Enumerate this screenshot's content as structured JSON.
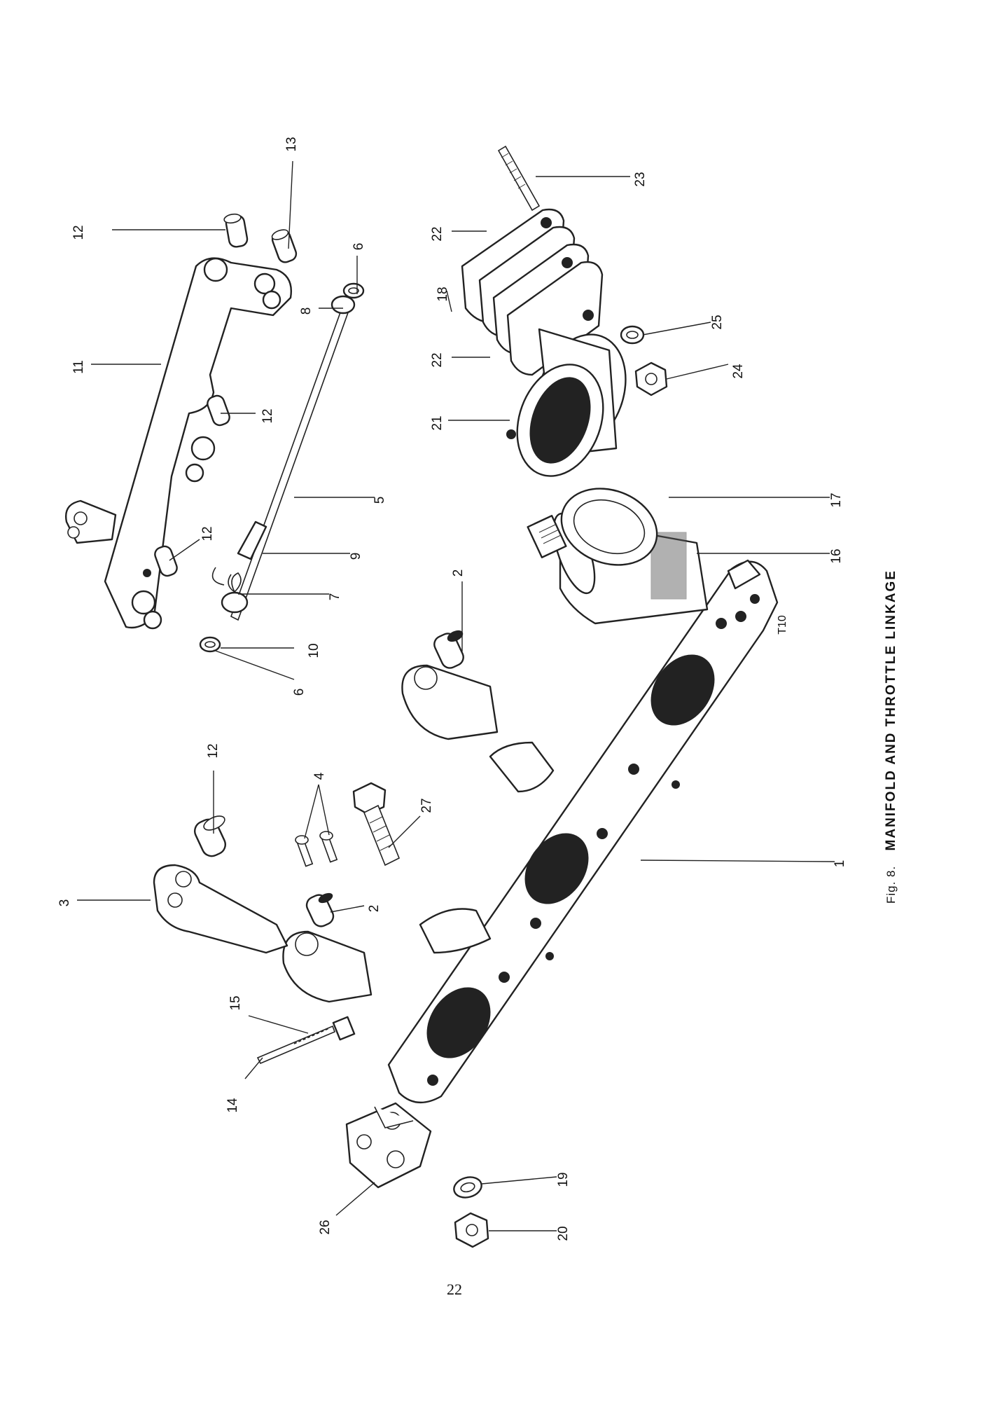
{
  "caption": {
    "figure": "Fig. 8.",
    "title": "MANIFOLD AND THROTTLE LINKAGE"
  },
  "page_number": "22",
  "stamp": "T10",
  "callouts": [
    "1",
    "2",
    "2",
    "3",
    "4",
    "5",
    "6",
    "6",
    "7",
    "8",
    "9",
    "10",
    "11",
    "12",
    "12",
    "12",
    "12",
    "13",
    "14",
    "15",
    "16",
    "17",
    "18",
    "19",
    "20",
    "21",
    "22",
    "22",
    "23",
    "24",
    "25",
    "26",
    "27"
  ]
}
